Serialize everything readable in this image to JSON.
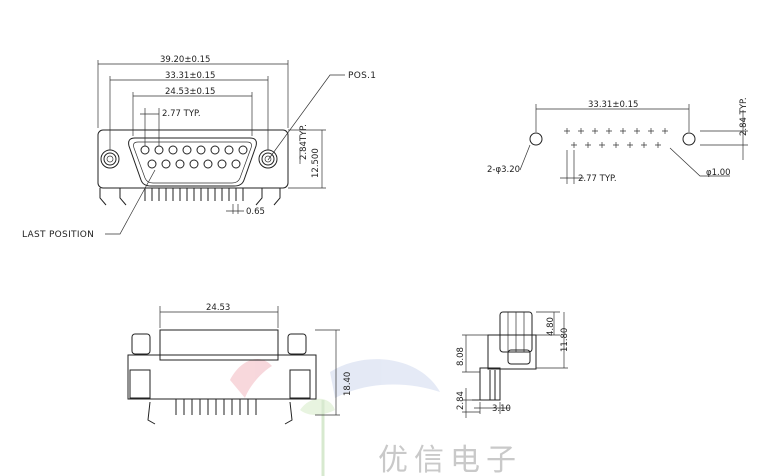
{
  "front_view": {
    "dim_overall": "39.20±0.15",
    "dim_mount": "33.31±0.15",
    "dim_shell": "24.53±0.15",
    "dim_pitch": "2.77 TYP.",
    "dim_row": "2.84TYP.",
    "dim_height": "12.500",
    "dim_pin_width": "0.65",
    "label_pos1": "POS.1",
    "label_last": "LAST POSITION"
  },
  "pcb_layout": {
    "dim_mount": "33.31±0.15",
    "dim_row": "2.84 TYP.",
    "dim_mount_hole": "2-φ3.20",
    "dim_pitch": "2.77 TYP.",
    "dim_pin_hole": "φ1.00"
  },
  "top_view": {
    "dim_shell": "24.53",
    "dim_height": "18.40"
  },
  "side_view": {
    "dim_480": "4.80",
    "dim_1180": "11.80",
    "dim_808": "8.08",
    "dim_284": "2.84",
    "dim_310": "3.10"
  },
  "watermark": "优信电子"
}
